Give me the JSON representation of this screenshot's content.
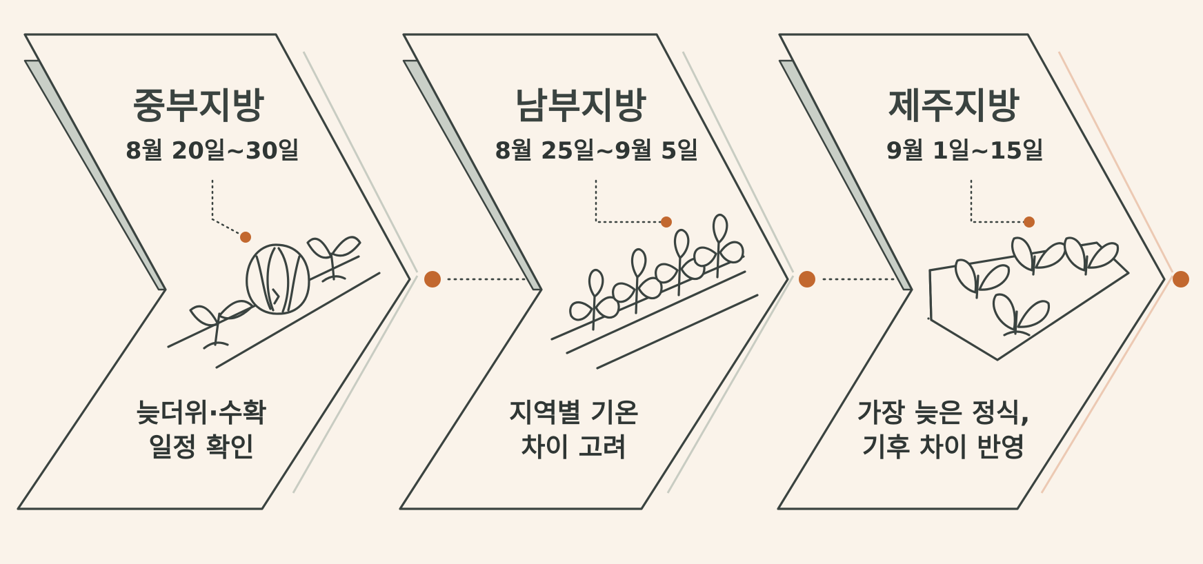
{
  "stages": [
    {
      "title": "중부지방",
      "date": "8월 20일~30일",
      "note_lines": [
        "늦더위·수확",
        "일정 확인"
      ],
      "illustration_icon": "cabbage-seedlings-icon"
    },
    {
      "title": "남부지방",
      "date": "8월 25일~9월 5일",
      "note_lines": [
        "지역별 기온",
        "차이 고려"
      ],
      "illustration_icon": "seedling-rows-icon"
    },
    {
      "title": "제주지방",
      "date": "9월 1일~15일",
      "note_lines": [
        "가장 늦은 정식,",
        "기후 차이 반영"
      ],
      "illustration_icon": "seedling-bed-icon"
    }
  ],
  "colors": {
    "background": "#faf3ea",
    "ink": "#3a4340",
    "panel_shadow": "#c9cfc7",
    "connector_dot": "#c2682f",
    "accent_line_gray": "#c8ccc2",
    "accent_line_peach": "#ecc9b3"
  }
}
